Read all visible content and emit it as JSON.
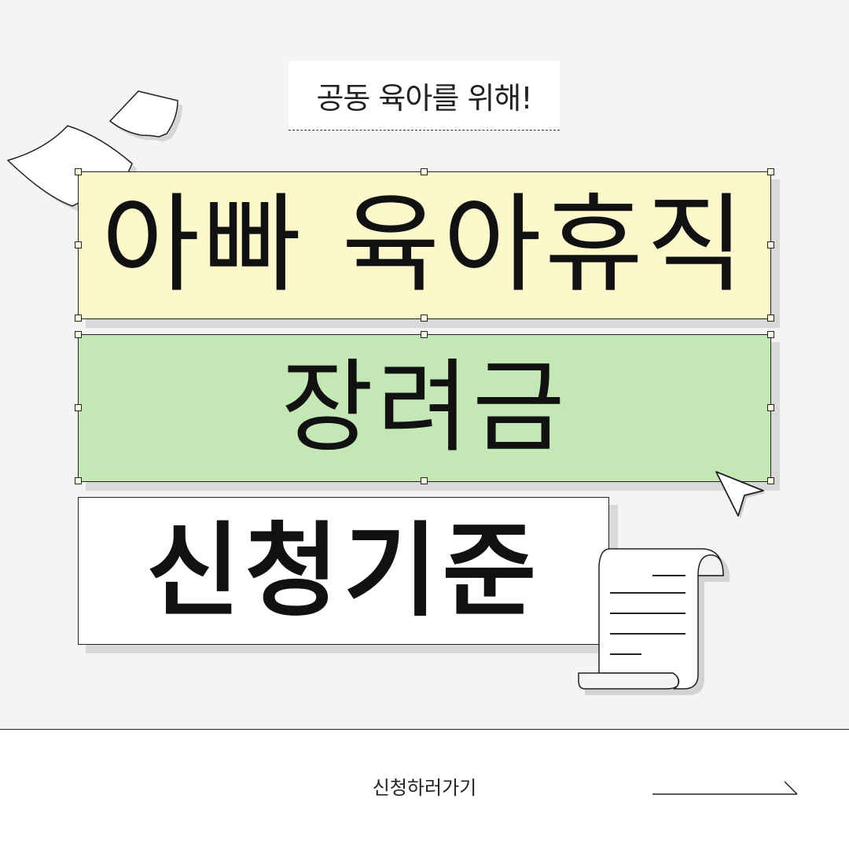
{
  "header": {
    "subtitle": "공동 육아를 위해!"
  },
  "main": {
    "title": "아빠 육아휴직",
    "subtitle": "장려금",
    "criteria": "신청기준"
  },
  "footer": {
    "apply_label": "신청하러가기"
  },
  "icons": {
    "papers": "paper-icon",
    "cursor": "cursor-icon",
    "scroll": "scroll-icon",
    "arrow": "arrow-right-icon"
  },
  "colors": {
    "background": "#f4f4f4",
    "title_box": "#fdf7cc",
    "award_box": "#c3e8b5",
    "criteria_box": "#ffffff",
    "footer": "#ffffff"
  }
}
